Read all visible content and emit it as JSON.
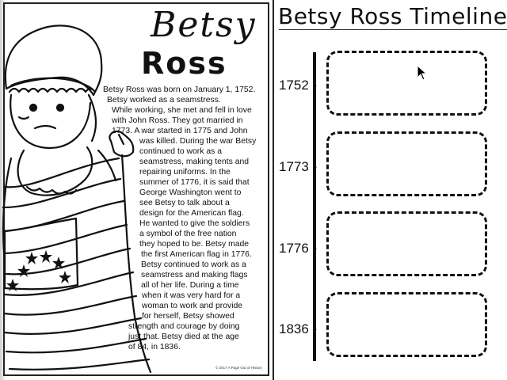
{
  "worksheet": {
    "title_line1": "Betsy",
    "title_line2": "Ross",
    "biography_lines": [
      "Betsy Ross was born  on January 1, 1752.",
      "Betsy worked as a seamstress.",
      "While working, she met and fell in love",
      "with John Ross. They got married in",
      "1773. A war started in 1775 and John",
      "was killed. During the war Betsy",
      "continued to work as a",
      "seamstress, making tents and",
      "repairing uniforms. In the",
      "summer of 1776, it is said that",
      "George Washington went to",
      "see Betsy to talk about a",
      "design for the American flag.",
      "He wanted to give the soldiers",
      "a symbol of the free nation",
      "they hoped to be. Betsy made",
      "the first American flag in 1776.",
      "Betsy continued to work as a",
      "seamstress and making flags",
      "all of her life. During a time",
      "when it was very hard for a",
      "woman to work and provide",
      "for herself, Betsy showed",
      "strength and courage by doing",
      "just that.  Betsy died at the age",
      "of 84, in 1836."
    ],
    "copyright": "© 2017 A Page Out of History"
  },
  "timeline": {
    "title": "Betsy Ross Timeline:",
    "entries": [
      {
        "year": "1752 -"
      },
      {
        "year": "1773 -"
      },
      {
        "year": "1776 -"
      },
      {
        "year": "1836 -"
      }
    ]
  }
}
